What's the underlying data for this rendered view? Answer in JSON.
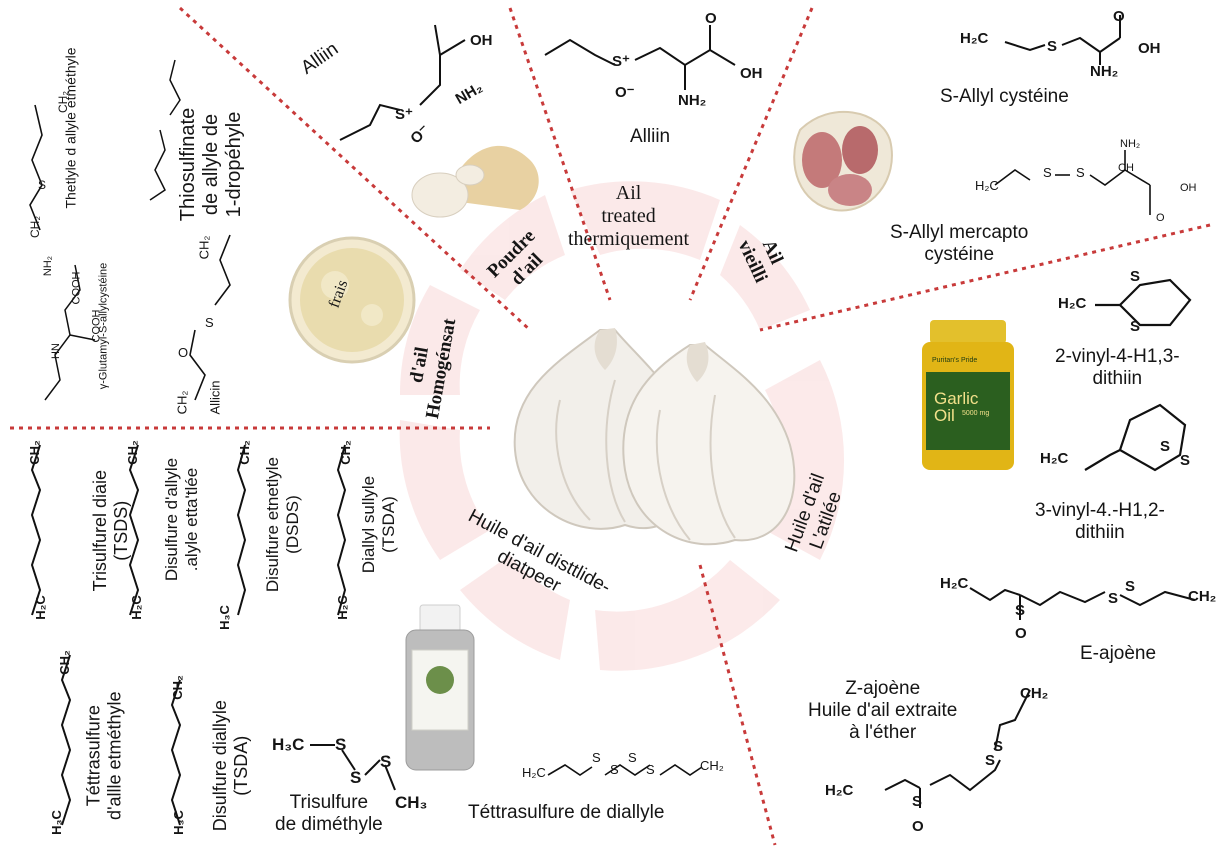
{
  "center": {
    "icon": "garlic-bulbs-icon"
  },
  "sectors": {
    "fresh": "frais",
    "homogenized": "d'ail\nHomogénsat",
    "powder": "Poudre\nd'ail",
    "heat_treated": "Ail\ntreated\nthermiquement",
    "aged": "Ail\nvieilli",
    "macerated_oil": "Huile d'ail\nL'atilée",
    "distilled_oil": "Huile d'ail disttlide-\ndiatpeer"
  },
  "compounds": {
    "alliin_left": "Alliin",
    "alliin_top": "Alliin",
    "s_allyl_cysteine": "S-Allyl cystéine",
    "s_allyl_mercapto": "S-Allyl mercapto\ncystéine",
    "thioethyl": "Thetlyle d allyle etméthyle",
    "thiosulfinate": "Thiosulfinate\nde allyle de\n1-dropéhyle",
    "glutamyl": "γ-Glutamyl-S-allylcystéine",
    "allicin": "Allicin",
    "vinyl_13": "2-vinyl-4-H1,3-\ndithiin",
    "vinyl_12": "3-vinyl-4.-H1,2-\ndithiin",
    "e_ajoene": "E-ajoène",
    "z_ajoene": "Z-ajoène\nHuile d'ail extraite\nà l'éther",
    "trisulfide_diallyl": "Trisulfurel diaie\n(TSDS)",
    "disulfide_allyl_methyl": "Disulfure d'allyle\n.alyle etta'tlée",
    "disulfide_ethyl": "Disulfure etnetlyle\n(DSDS)",
    "diallyl_sulfide": "Diallyl sullyle\n(TSDA)",
    "tetrasulfide_allyl_methyl": "Téttrasulfure\nd'allle etméthyle",
    "disulfide_diallyl": "Disulfure diallyle\n(TSDA)",
    "trisulfide_dimethyl": "Trisulfure\nde diméthyle",
    "tetrasulfide_diallyl": "Téttrasulfure de diallyle"
  },
  "atoms": {
    "oh": "OH",
    "nh2": "NH₂",
    "s_plus": "S⁺",
    "o_minus": "O⁻",
    "h2c": "H₂C",
    "ch2": "CH₂",
    "s": "S",
    "o": "O",
    "h3c": "H₃C",
    "ch3": "CH₃",
    "cooh": "COOH",
    "nh": "HN",
    "ch": "CH",
    "c": "C"
  },
  "products": {
    "garlic_oil_brand": "Garlic\nOil",
    "garlic_oil_dose": "5000 mg",
    "garlic_oil_top": "Puritan's Pride"
  },
  "colors": {
    "divider": "#c83a3a",
    "sector_fill": "#fbe3e3",
    "garlic": "#f1eee9"
  }
}
